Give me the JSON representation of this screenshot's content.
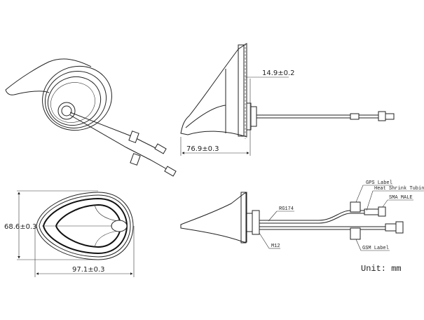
{
  "dimensions": {
    "side_length": "76.9±0.3",
    "mount_depth": "14.9±0.2",
    "top_height": "68.6±0.3",
    "top_length": "97.1±0.3"
  },
  "labels": {
    "cable": "RG174",
    "thread": "M12",
    "gps_label": "GPS Label",
    "heat_shrink": "Heat Shrink Tubing",
    "connector": "SMA MALE",
    "gsm_label": "GSM Label"
  },
  "unit": "Unit: mm"
}
